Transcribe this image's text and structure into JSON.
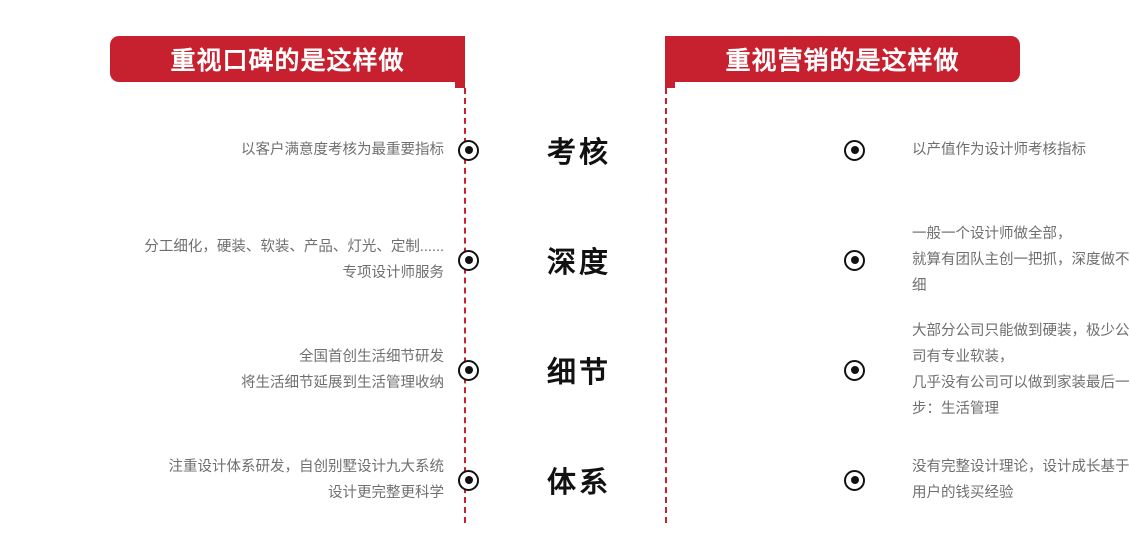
{
  "headers": {
    "left": "重视口碑的是这样做",
    "right": "重视营销的是这样做"
  },
  "colors": {
    "banner_red": "#c7202f",
    "rail_red": "#c7202f",
    "body_text": "#6f6f6f",
    "center_label": "#111111",
    "background": "#ffffff"
  },
  "rows": [
    {
      "label": "考核",
      "left": "以客户满意度考核为最重要指标",
      "right": "以产值作为设计师考核指标"
    },
    {
      "label": "深度",
      "left": "分工细化，硬装、软装、产品、灯光、定制......\n专项设计师服务",
      "right": "一般一个设计师做全部，\n就算有团队主创一把抓，深度做不细"
    },
    {
      "label": "细节",
      "left": "全国首创生活细节研发\n将生活细节延展到生活管理收纳",
      "right": "大部分公司只能做到硬装，极少公司有专业软装，\n几乎没有公司可以做到家装最后一步：生活管理"
    },
    {
      "label": "体系",
      "left": "注重设计体系研发，自创别墅设计九大系统\n设计更完整更科学",
      "right": "没有完整设计理论，设计成长基于用户的钱买经验"
    }
  ]
}
